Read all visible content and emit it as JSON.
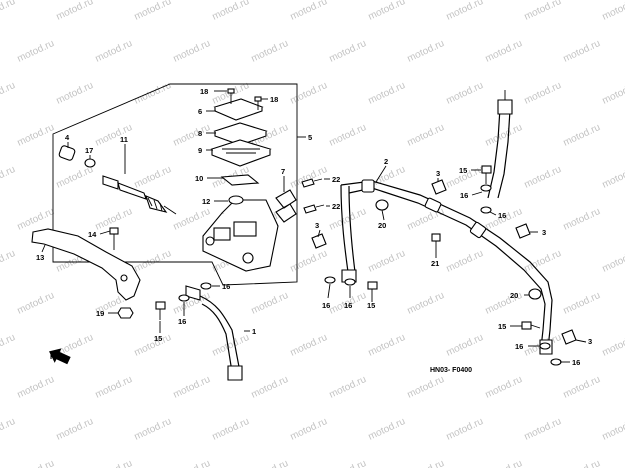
{
  "watermark": "motod.ru",
  "diagram_code": "HN03- F0400",
  "direction_label": "FR.",
  "callouts": [
    {
      "id": "c18a",
      "text": "18"
    },
    {
      "id": "c18b",
      "text": "18"
    },
    {
      "id": "c6",
      "text": "6"
    },
    {
      "id": "c8",
      "text": "8"
    },
    {
      "id": "c9",
      "text": "9"
    },
    {
      "id": "c10",
      "text": "10"
    },
    {
      "id": "c12",
      "text": "12"
    },
    {
      "id": "c4",
      "text": "4"
    },
    {
      "id": "c17",
      "text": "17"
    },
    {
      "id": "c11",
      "text": "11"
    },
    {
      "id": "c5",
      "text": "5"
    },
    {
      "id": "c7",
      "text": "7"
    },
    {
      "id": "c22a",
      "text": "22"
    },
    {
      "id": "c22b",
      "text": "22"
    },
    {
      "id": "c3a",
      "text": "3"
    },
    {
      "id": "c2",
      "text": "2"
    },
    {
      "id": "c3b",
      "text": "3"
    },
    {
      "id": "c20a",
      "text": "20"
    },
    {
      "id": "c15a",
      "text": "15"
    },
    {
      "id": "c16a",
      "text": "16"
    },
    {
      "id": "c16b",
      "text": "16"
    },
    {
      "id": "c3c",
      "text": "3"
    },
    {
      "id": "c21",
      "text": "21"
    },
    {
      "id": "c14",
      "text": "14"
    },
    {
      "id": "c13",
      "text": "13"
    },
    {
      "id": "c16c",
      "text": "16"
    },
    {
      "id": "c16d",
      "text": "16"
    },
    {
      "id": "c15b",
      "text": "15"
    },
    {
      "id": "c16e",
      "text": "16"
    },
    {
      "id": "c19",
      "text": "19"
    },
    {
      "id": "c15c",
      "text": "15"
    },
    {
      "id": "c16f",
      "text": "16"
    },
    {
      "id": "c1",
      "text": "1"
    },
    {
      "id": "c20b",
      "text": "20"
    },
    {
      "id": "c15d",
      "text": "15"
    },
    {
      "id": "c3d",
      "text": "3"
    },
    {
      "id": "c16g",
      "text": "16"
    },
    {
      "id": "c16h",
      "text": "16"
    }
  ]
}
